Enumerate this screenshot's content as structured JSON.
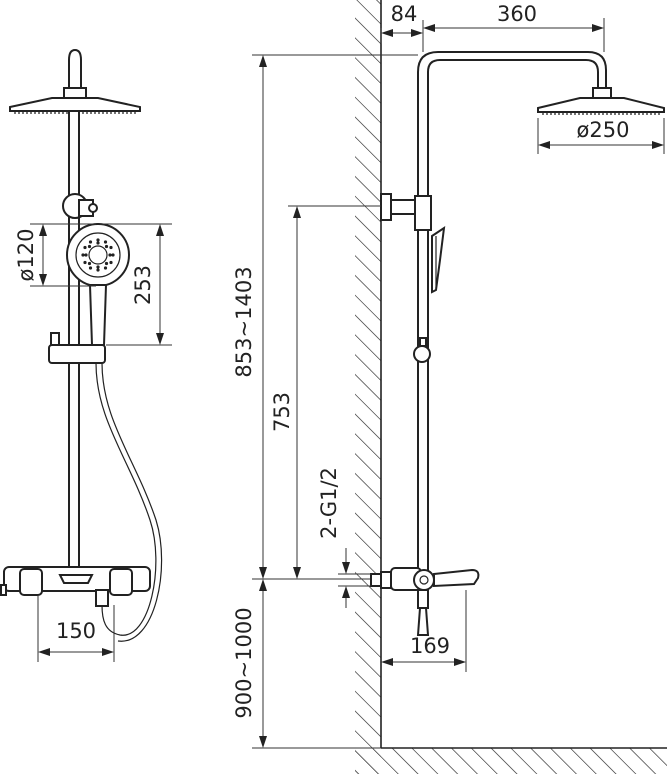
{
  "dimensions": {
    "wall_offset": "84",
    "arm_length": "360",
    "head_diameter": "ø250",
    "hand_diameter": "ø120",
    "hand_to_holder": "253",
    "total_height": "853~1403",
    "bracket_height": "753",
    "inlet_thread": "2-G1/2",
    "mixer_height": "900~1000",
    "mixer_width": "150",
    "spout_reach": "169"
  },
  "colors": {
    "line": "#222222",
    "background": "#ffffff"
  }
}
